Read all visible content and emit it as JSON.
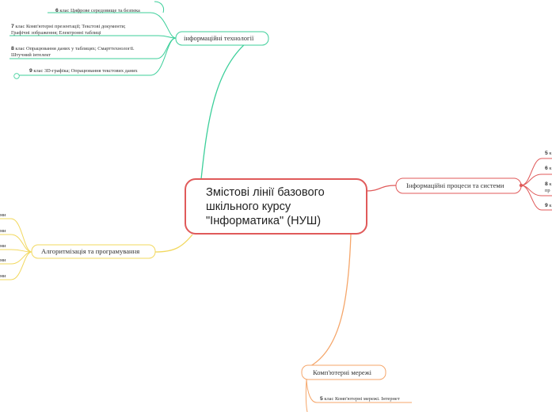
{
  "root": {
    "line1": "Змістові лінії базового",
    "line2": "шкільного курсу",
    "line3": "\"Інформатика\" (НУШ)"
  },
  "branches": {
    "it": {
      "label": "інформаційні технології",
      "items": [
        {
          "num": "6",
          "text": "клас Цифрове середовище та безпека"
        },
        {
          "num": "7",
          "text": "клас Комп'ютерні презентації; Текстові документи;",
          "text2": "Графічні зображення; Електронні таблиці"
        },
        {
          "num": "8",
          "text": "клас Опрацювання даних у таблицях; Смарттехнології.",
          "text2": "Штучний інтелект"
        },
        {
          "num": "9",
          "text": "клас 3D-графіка; Опрацювання текстових даних"
        }
      ]
    },
    "info": {
      "label": "Інформаційні процеси та системи",
      "items": [
        {
          "num": "5",
          "text": "к"
        },
        {
          "num": "6",
          "text": "к"
        },
        {
          "num": "8",
          "text": "к",
          "text2": "пр"
        },
        {
          "num": "9",
          "text": "к"
        }
      ]
    },
    "algo": {
      "label": "Алгоритмізація та програмування",
      "items": [
        "ми",
        "ми",
        "ми",
        "ми",
        "ми"
      ]
    },
    "net": {
      "label": "Комп'ютерні мережі",
      "items": [
        {
          "num": "5",
          "text": "клас Комп'ютерні мережі. Інтернет"
        }
      ]
    }
  },
  "colors": {
    "root": "#e05a5a",
    "it": "#3ccf9a",
    "info": "#e05a5a",
    "algo": "#f2d85e",
    "net": "#f5a66a"
  }
}
